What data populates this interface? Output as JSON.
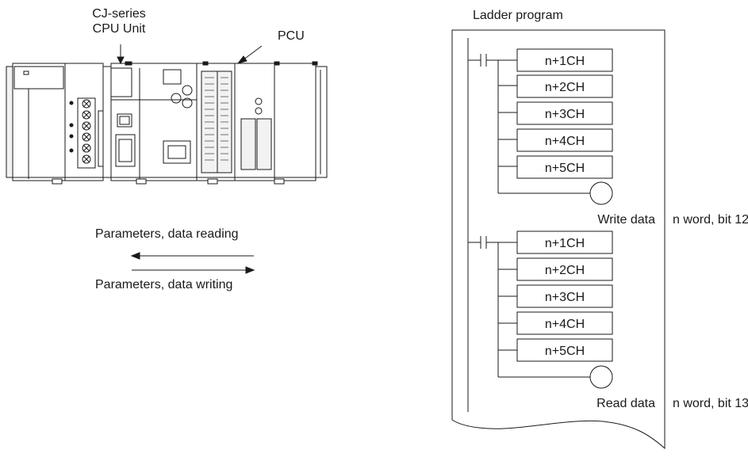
{
  "cpu_label": {
    "line1": "CJ-series",
    "line2": "CPU Unit"
  },
  "pcu_label": "PCU",
  "arrows": {
    "reading": "Parameters, data reading",
    "writing": "Parameters, data writing"
  },
  "ladder": {
    "title": "Ladder program",
    "write_rung": {
      "words": [
        "n+1CH",
        "n+2CH",
        "n+3CH",
        "n+4CH",
        "n+5CH"
      ],
      "coil_label": "Write data",
      "bit_label": "n word, bit 12"
    },
    "read_rung": {
      "words": [
        "n+1CH",
        "n+2CH",
        "n+3CH",
        "n+4CH",
        "n+5CH"
      ],
      "coil_label": "Read data",
      "bit_label": "n word, bit 13"
    }
  }
}
